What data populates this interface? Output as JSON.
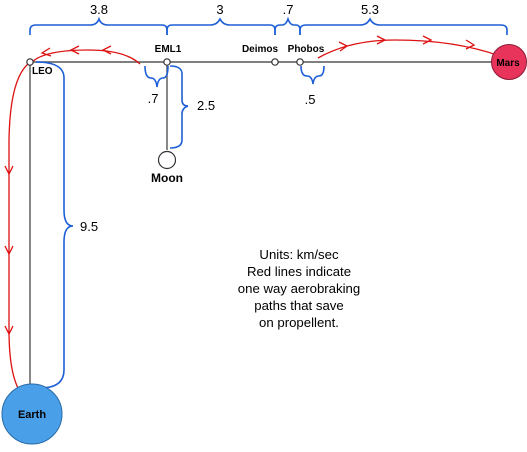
{
  "nodes": {
    "leo": "LEO",
    "eml1": "EML1",
    "deimos": "Deimos",
    "phobos": "Phobos",
    "mars": "Mars",
    "moon": "Moon",
    "earth": "Earth"
  },
  "delta_v": {
    "leo_to_eml1": "3.8",
    "eml1_to_deimos": "3",
    "deimos_to_phobos": ".7",
    "phobos_to_mars": "5.3",
    "eml1_drop": ".7",
    "eml1_to_moon": "2.5",
    "phobos_drop": ".5",
    "earth_to_leo": "9.5"
  },
  "notes": [
    "Units: km/sec",
    "Red lines indicate",
    "one way aerobraking",
    "paths that save",
    "on propellent."
  ],
  "colors": {
    "aerobraking_path": "#dd1111",
    "brace": "#1d5fd6",
    "mars": "#e8335a",
    "earth": "#4aa0e8",
    "line": "#555555"
  }
}
